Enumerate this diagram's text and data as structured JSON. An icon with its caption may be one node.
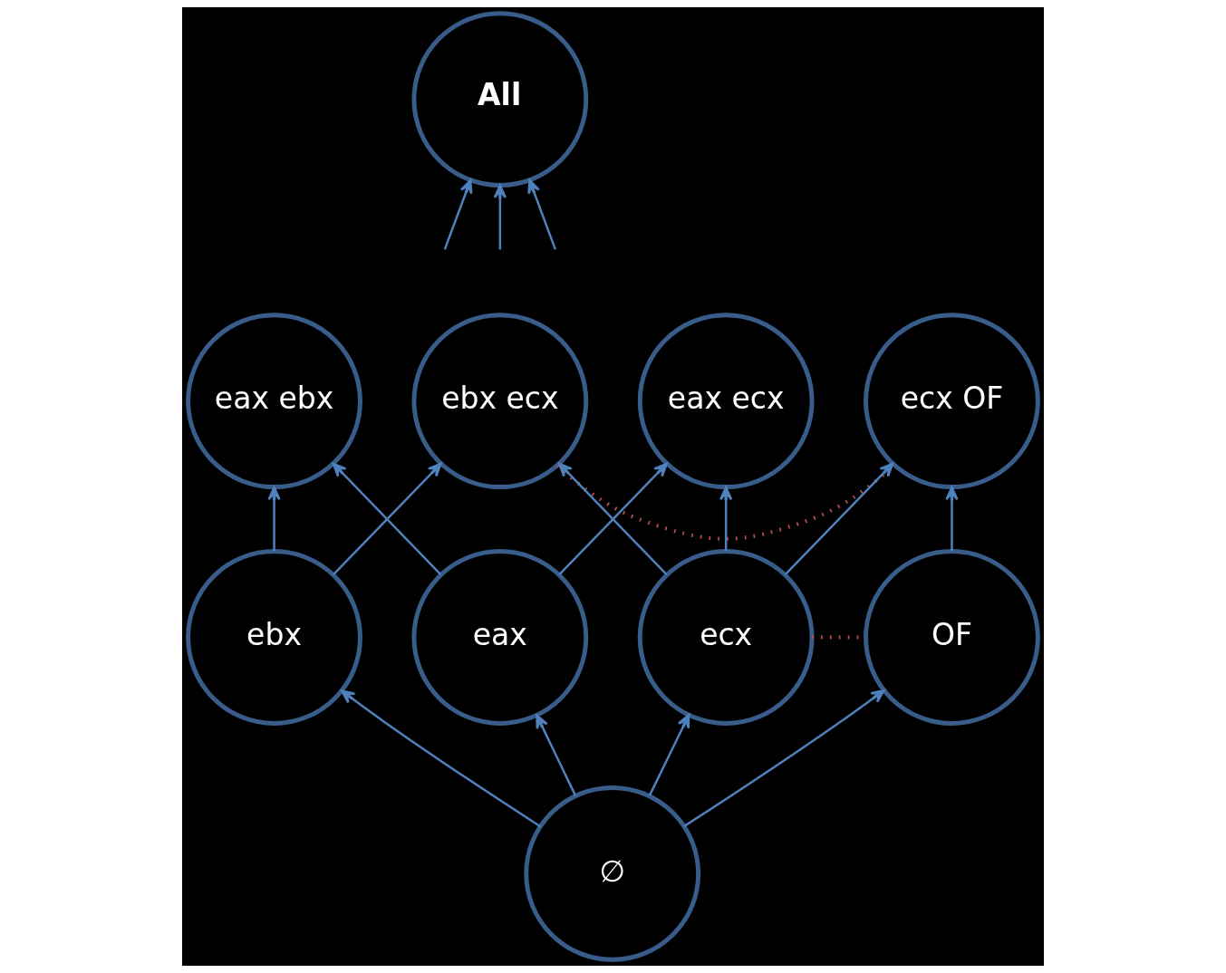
{
  "diagram": {
    "nodes": [
      {
        "text": [
          "All"
        ]
      },
      {
        "text": [
          "eax ebx"
        ]
      },
      {
        "text": [
          "eax ecx"
        ]
      },
      {
        "text": [
          "ebx ecx"
        ]
      },
      {
        "text": [
          "ecx OF"
        ]
      },
      {
        "text": [
          "eax"
        ]
      },
      {
        "text": [
          "ebx"
        ]
      },
      {
        "text": [
          "ecx"
        ]
      },
      {
        "text": [
          "OF"
        ]
      },
      {
        "text": [
          "∅"
        ]
      }
    ],
    "edges": [
      {
        "from": null,
        "to": 0,
        "arrow": "to"
      },
      {
        "from": null,
        "to": 0,
        "arrow": "to"
      },
      {
        "from": null,
        "to": 0,
        "arrow": "to"
      },
      {
        "from": 3,
        "to": 4,
        "arrow": "none",
        "style": "dashed",
        "color": "#c0504d"
      },
      {
        "from": 5,
        "to": 1,
        "arrow": "to"
      },
      {
        "from": 5,
        "to": 2,
        "arrow": "to"
      },
      {
        "from": 6,
        "to": 1,
        "arrow": "to"
      },
      {
        "from": 6,
        "to": 3,
        "arrow": "to"
      },
      {
        "from": 7,
        "to": 2,
        "arrow": "to"
      },
      {
        "from": 7,
        "to": 3,
        "arrow": "to"
      },
      {
        "from": 7,
        "to": 4,
        "arrow": "to"
      },
      {
        "from": 8,
        "to": 4,
        "arrow": "to"
      },
      {
        "from": 7,
        "to": 8,
        "arrow": "none",
        "style": "dashed",
        "color": "#c0504d"
      },
      {
        "from": 9,
        "to": 5,
        "arrow": "to"
      },
      {
        "from": 9,
        "to": 6,
        "arrow": "to"
      },
      {
        "from": 9,
        "to": 7,
        "arrow": "to"
      },
      {
        "from": 9,
        "to": 8,
        "arrow": "to"
      }
    ]
  }
}
